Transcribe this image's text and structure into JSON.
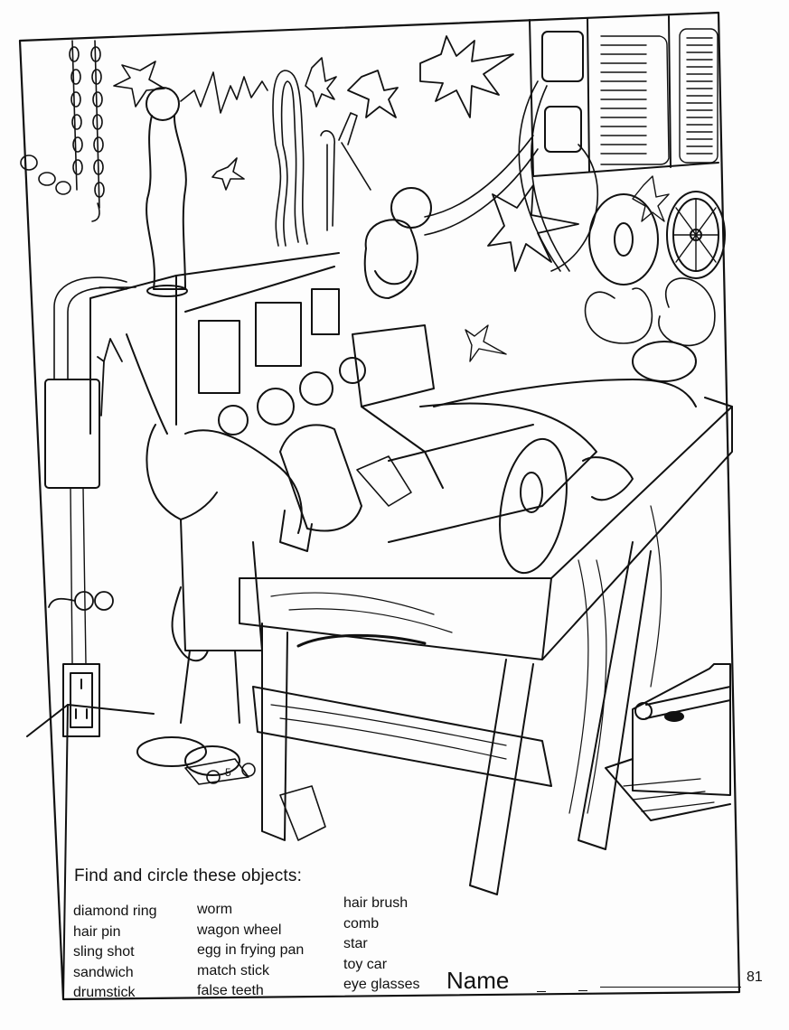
{
  "worksheet": {
    "title": "Find and circle these objects:",
    "columns": [
      [
        "diamond ring",
        "hair pin",
        "sling shot",
        "sandwich",
        "drumstick"
      ],
      [
        "worm",
        "wagon wheel",
        "egg in frying pan",
        "match stick",
        "false teeth"
      ],
      [
        "hair brush",
        "comb",
        "star",
        "toy car",
        "eye glasses"
      ]
    ],
    "name_label": "Name",
    "page_number": "81"
  },
  "illustration": {
    "scene": "mad scientist laboratory with patient on wooden table",
    "toy_car_number": "5",
    "line_color": "#111111",
    "paper_color": "#fdfdfd"
  }
}
